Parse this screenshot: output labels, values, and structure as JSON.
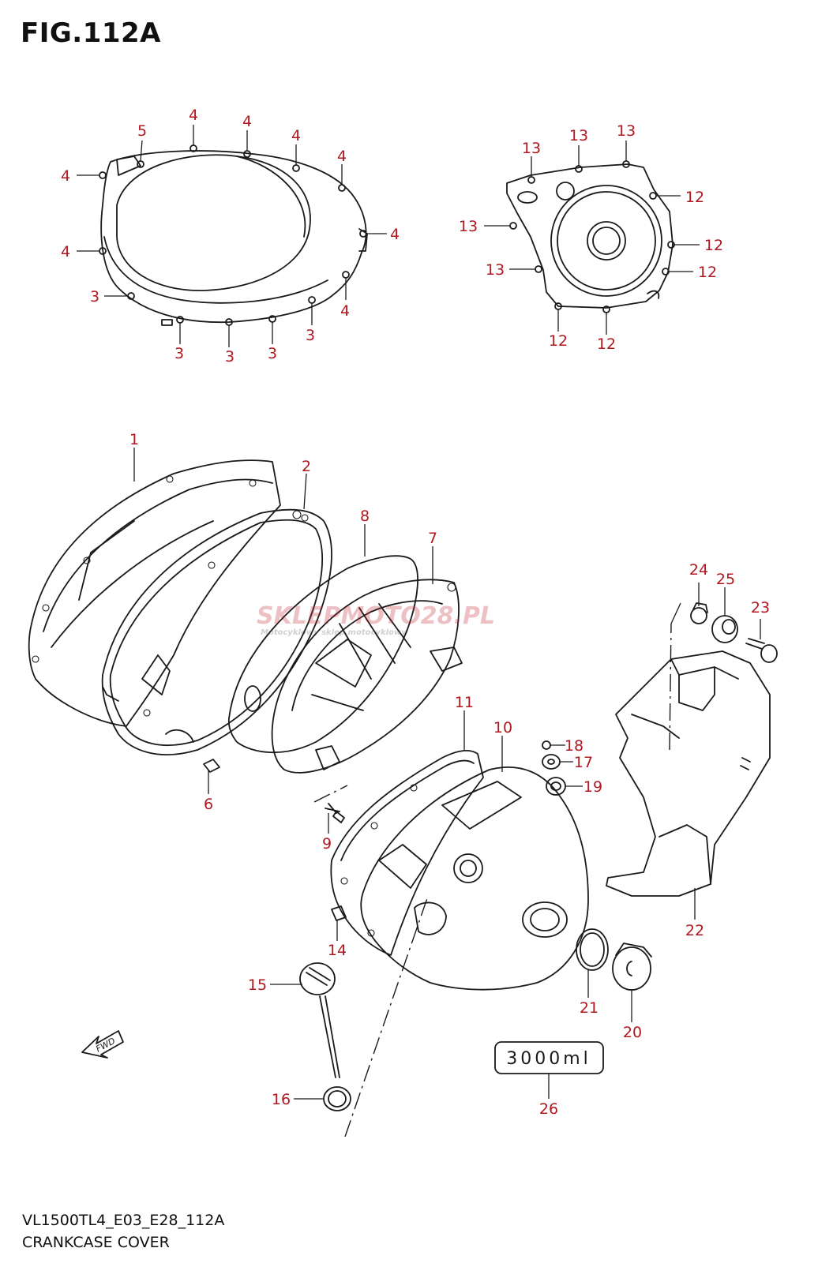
{
  "figure": {
    "title": "FIG.112A",
    "model_code": "VL1500TL4_E03_E28_112A",
    "section_name": "CRANKCASE COVER"
  },
  "watermark": {
    "brand": "SKLEPMOTO28.PL",
    "tagline": "Motocyklowy sklep motocyklowy"
  },
  "fwd_label": "FWD",
  "oil_capacity_label": "3000ml",
  "callout_color": "#b01820",
  "callouts": [
    {
      "id": "c5",
      "text": "5"
    },
    {
      "id": "c4a",
      "text": "4"
    },
    {
      "id": "c4b",
      "text": "4"
    },
    {
      "id": "c4c",
      "text": "4"
    },
    {
      "id": "c4d",
      "text": "4"
    },
    {
      "id": "c4e",
      "text": "4"
    },
    {
      "id": "c4f",
      "text": "4"
    },
    {
      "id": "c4g",
      "text": "4"
    },
    {
      "id": "c4h",
      "text": "4"
    },
    {
      "id": "c3a",
      "text": "3"
    },
    {
      "id": "c3b",
      "text": "3"
    },
    {
      "id": "c3c",
      "text": "3"
    },
    {
      "id": "c3d",
      "text": "3"
    },
    {
      "id": "c3e",
      "text": "3"
    },
    {
      "id": "c13a",
      "text": "13"
    },
    {
      "id": "c13b",
      "text": "13"
    },
    {
      "id": "c13c",
      "text": "13"
    },
    {
      "id": "c13d",
      "text": "13"
    },
    {
      "id": "c13e",
      "text": "13"
    },
    {
      "id": "c12a",
      "text": "12"
    },
    {
      "id": "c12b",
      "text": "12"
    },
    {
      "id": "c12c",
      "text": "12"
    },
    {
      "id": "c12d",
      "text": "12"
    },
    {
      "id": "c12e",
      "text": "12"
    },
    {
      "id": "c1",
      "text": "1"
    },
    {
      "id": "c2",
      "text": "2"
    },
    {
      "id": "c6",
      "text": "6"
    },
    {
      "id": "c7",
      "text": "7"
    },
    {
      "id": "c8",
      "text": "8"
    },
    {
      "id": "c9",
      "text": "9"
    },
    {
      "id": "c10",
      "text": "10"
    },
    {
      "id": "c11",
      "text": "11"
    },
    {
      "id": "c14",
      "text": "14"
    },
    {
      "id": "c15",
      "text": "15"
    },
    {
      "id": "c16",
      "text": "16"
    },
    {
      "id": "c17",
      "text": "17"
    },
    {
      "id": "c18",
      "text": "18"
    },
    {
      "id": "c19",
      "text": "19"
    },
    {
      "id": "c20",
      "text": "20"
    },
    {
      "id": "c21",
      "text": "21"
    },
    {
      "id": "c22",
      "text": "22"
    },
    {
      "id": "c23",
      "text": "23"
    },
    {
      "id": "c24",
      "text": "24"
    },
    {
      "id": "c25",
      "text": "25"
    },
    {
      "id": "c26",
      "text": "26"
    }
  ]
}
